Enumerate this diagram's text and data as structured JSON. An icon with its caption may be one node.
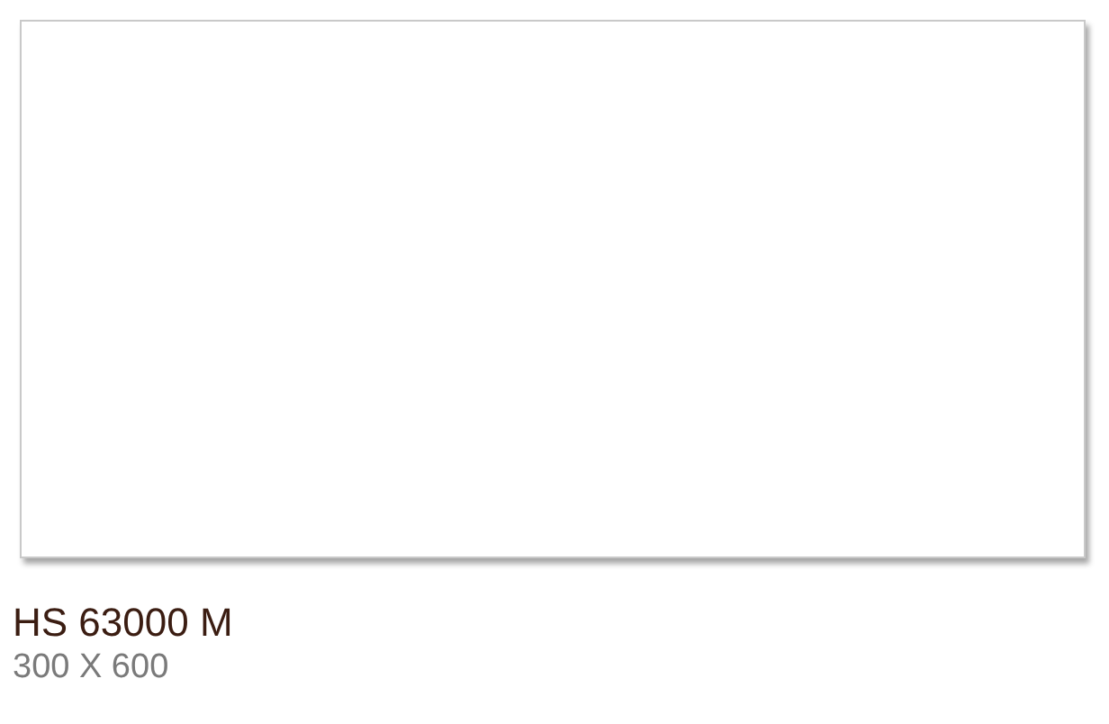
{
  "diagram": {
    "nodes": [
      {
        "text": [],
        "shape": "box",
        "beside": [
          "HS 63000 M",
          "300 X 600"
        ]
      }
    ]
  }
}
